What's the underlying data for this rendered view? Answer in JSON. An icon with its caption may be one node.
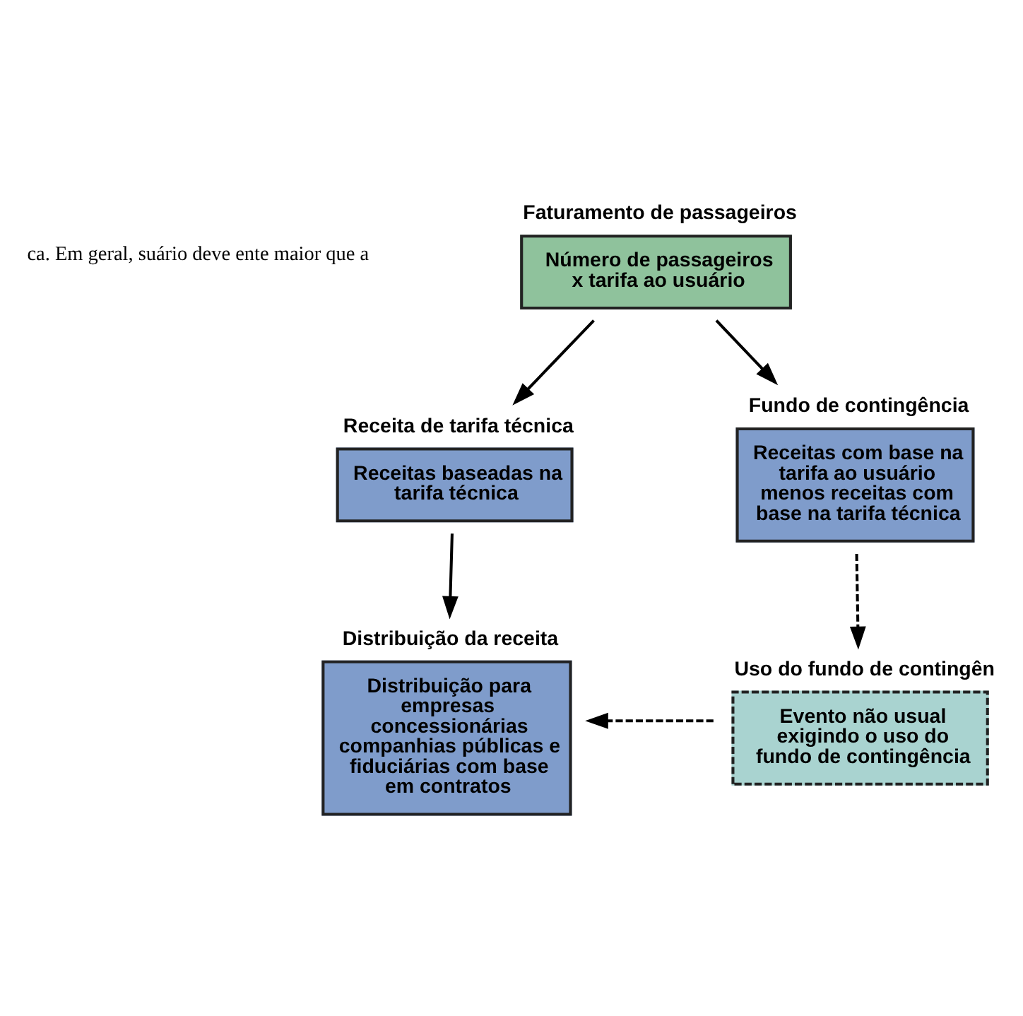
{
  "diagram": {
    "nodes": [
      {
        "text": [
          "Faturamento de passageiros",
          "Número de passageiros x tarifa ao usuário"
        ]
      },
      {
        "text": [
          "Receita de tarifa técnica",
          "Receitas baseadas na tarifa técnica"
        ]
      },
      {
        "text": [
          "Fundo de contingência",
          "Receitas com base na tarifa ao usuário menos receitas com base na tarifa técnica"
        ]
      },
      {
        "text": [
          "Distribuição da receita",
          "Distribuição para empresas concessionárias companhias públicas e fiduciárias com base em contratos"
        ]
      },
      {
        "text": [
          "Uso do fundo de contingên",
          "Evento não usual exigindo o uso do fundo de contingência"
        ]
      }
    ],
    "edges": [
      {
        "from": 0,
        "to": 1,
        "arrow": "to"
      },
      {
        "from": 0,
        "to": 2,
        "arrow": "to"
      },
      {
        "from": 1,
        "to": 3,
        "arrow": "to"
      },
      {
        "from": 2,
        "to": 4,
        "arrow": "to",
        "style": "dashed"
      },
      {
        "from": 4,
        "to": 3,
        "arrow": "to",
        "style": "dashed"
      }
    ],
    "labels": [
      "ca. Em geral, suário deve ente maior que a"
    ]
  }
}
